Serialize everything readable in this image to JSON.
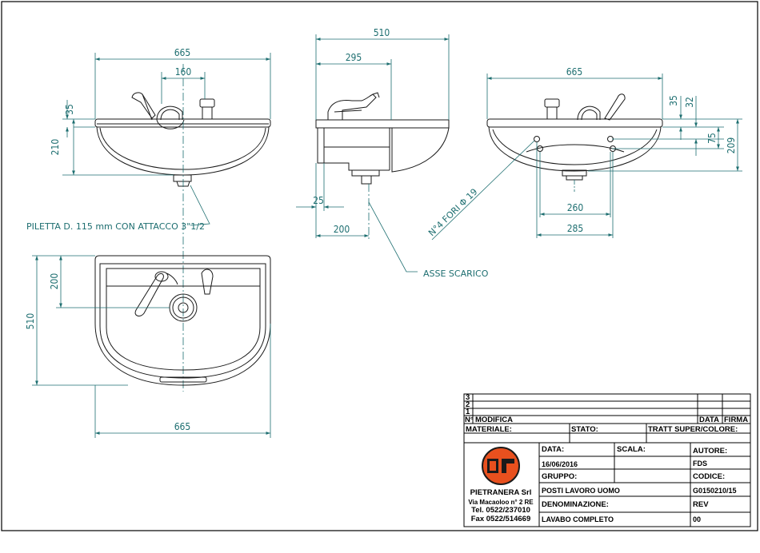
{
  "drawing": {
    "dimensions": {
      "front_width": "665",
      "front_tap_spacing": "160",
      "front_rim_height": "35",
      "front_height": "210",
      "side_depth": "510",
      "side_tap_offset": "295",
      "side_wall_gap": "25",
      "side_drain_offset": "200",
      "back_width": "665",
      "back_rim_35": "35",
      "back_rim_32": "32",
      "back_hole_height": "75",
      "back_height": "209",
      "back_holes_260": "260",
      "back_holes_285": "285",
      "top_drain_offset": "200",
      "top_depth": "510",
      "top_width": "665"
    },
    "notes": {
      "drain": "PILETTA D. 115 mm CON ATTACCO 3\"1/2",
      "holes": "N°4 FORI Φ 19",
      "axis": "ASSE SCARICO"
    }
  },
  "title_block": {
    "revision_rows": [
      "3",
      "2",
      "1"
    ],
    "header": {
      "n": "N°",
      "modifica": "MODIFICA",
      "data": "DATA",
      "firma": "FIRMA"
    },
    "materiale_label": "MATERIALE:",
    "stato_label": "STATO:",
    "tratt_label": "TRATT SUPER/COLORE:",
    "data_label": "DATA:",
    "data_value": "16/06/2016",
    "scala_label": "SCALA:",
    "autore_label": "AUTORE:",
    "autore_value": "FDS",
    "gruppo_label": "GRUPPO:",
    "gruppo_value": "POSTI LAVORO UOMO",
    "codice_label": "CODICE:",
    "codice_value": "G0150210/15",
    "denominazione_label": "DENOMINAZIONE:",
    "denominazione_value": "LAVABO COMPLETO",
    "rev_label": "REV",
    "rev_value": "00",
    "company": {
      "name": "PIETRANERA Srl",
      "address": "Via Macaoloo n° 2 RE",
      "tel": "Tel. 0522/237010",
      "fax": "Fax 0522/514669"
    }
  },
  "colors": {
    "dimension_line": "#1d6e70",
    "outline": "#1a1a1a",
    "logo_orange": "#e8501e"
  }
}
